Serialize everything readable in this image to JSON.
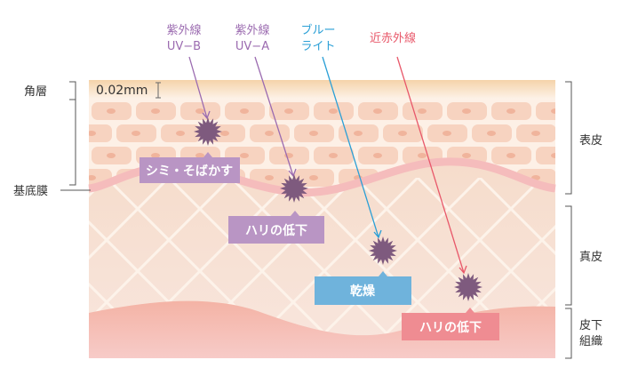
{
  "colors": {
    "uvb": "#9b6bb0",
    "uva": "#9b6bb0",
    "bluelight": "#2a9fd6",
    "nearir": "#e8586a",
    "purple_box": "#b995c4",
    "blue_box": "#6fb3dc",
    "pink_box": "#ef8c92",
    "burst": "#7e5a7e"
  },
  "rays": [
    {
      "line1": "紫外線",
      "line2": "UV−B"
    },
    {
      "line1": "紫外線",
      "line2": "UV−A"
    },
    {
      "line1": "ブルー",
      "line2": "ライト"
    },
    {
      "line1": "近赤外線",
      "line2": ""
    }
  ],
  "left_labels": {
    "stratum_corneum": "角層",
    "basement_membrane": "基底膜"
  },
  "thickness": "0.02mm",
  "right_labels": {
    "epidermis": "表皮",
    "dermis": "真皮",
    "subcutis_line1": "皮下",
    "subcutis_line2": "組織"
  },
  "effects": [
    "シミ・そばかす",
    "ハリの低下",
    "乾燥",
    "ハリの低下"
  ]
}
